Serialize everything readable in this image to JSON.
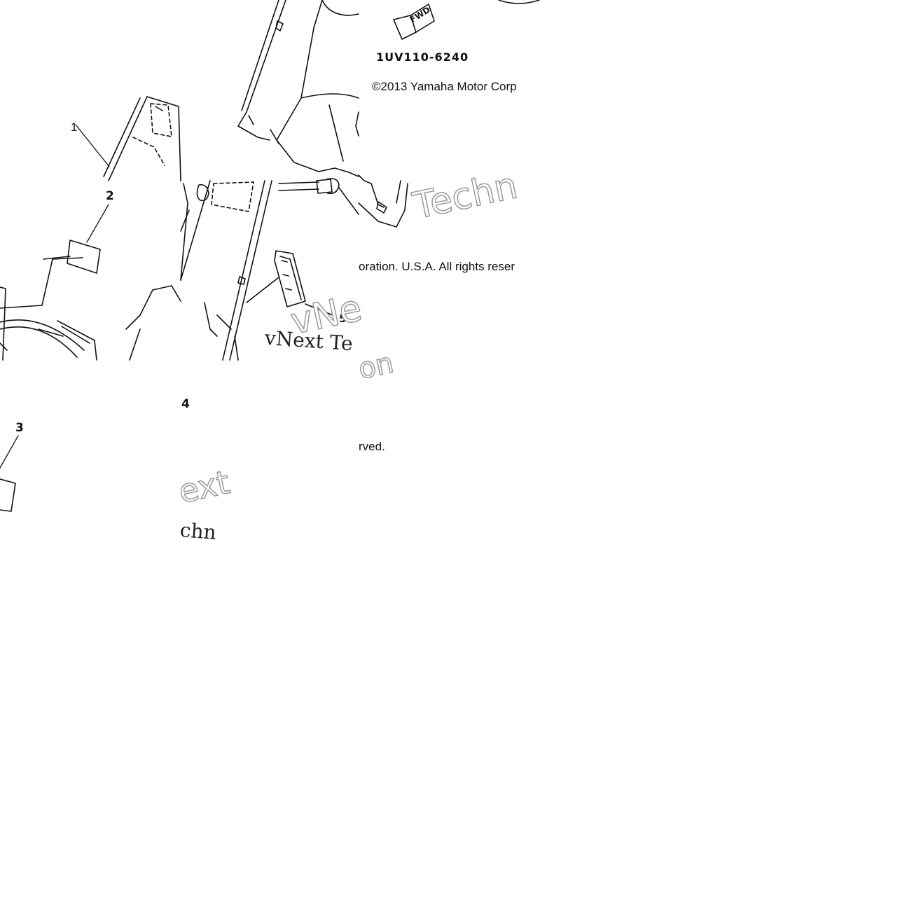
{
  "diagram": {
    "callouts": [
      {
        "id": "1",
        "text": "1"
      },
      {
        "id": "2",
        "text": "2"
      },
      {
        "id": "3",
        "text": "3"
      },
      {
        "id": "4",
        "text": "4"
      },
      {
        "id": "5",
        "text": "5"
      }
    ],
    "fwd_label": "FWD",
    "part_code": "1UV110-6240",
    "copyright_line1": "©2013 Yamaha Motor Corp",
    "copyright_line2": "oration. U.S.A. All rights reser",
    "copyright_line3": "rved.",
    "watermark_outline_1": "Techn",
    "watermark_outline_2": "vNe",
    "watermark_outline_3": "on",
    "watermark_outline_4": "ext",
    "watermark_serif_1": "vNext Te",
    "watermark_serif_2": "chn"
  }
}
